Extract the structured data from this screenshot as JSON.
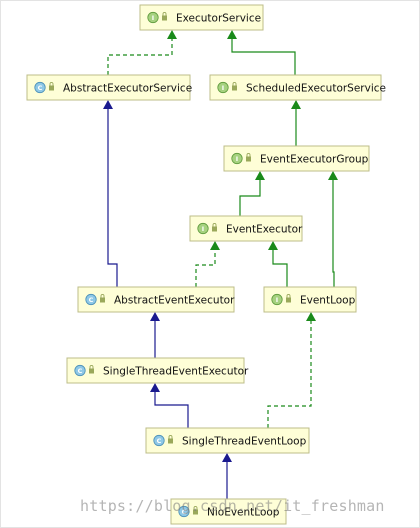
{
  "diagram": {
    "nodes": [
      {
        "id": "ExecutorService",
        "label": "ExecutorService",
        "kind": "interface",
        "badge": "I"
      },
      {
        "id": "AbstractExecutorService",
        "label": "AbstractExecutorService",
        "kind": "class",
        "badge": "C"
      },
      {
        "id": "ScheduledExecutorService",
        "label": "ScheduledExecutorService",
        "kind": "interface",
        "badge": "I"
      },
      {
        "id": "EventExecutorGroup",
        "label": "EventExecutorGroup",
        "kind": "interface",
        "badge": "I"
      },
      {
        "id": "EventExecutor",
        "label": "EventExecutor",
        "kind": "interface",
        "badge": "I"
      },
      {
        "id": "AbstractEventExecutor",
        "label": "AbstractEventExecutor",
        "kind": "class",
        "badge": "C"
      },
      {
        "id": "EventLoop",
        "label": "EventLoop",
        "kind": "interface",
        "badge": "I"
      },
      {
        "id": "SingleThreadEventExecutor",
        "label": "SingleThreadEventExecutor",
        "kind": "class",
        "badge": "C"
      },
      {
        "id": "SingleThreadEventLoop",
        "label": "SingleThreadEventLoop",
        "kind": "class",
        "badge": "C"
      },
      {
        "id": "NioEventLoop",
        "label": "NioEventLoop",
        "kind": "class",
        "badge": "C"
      }
    ],
    "edges": [
      {
        "from": "AbstractExecutorService",
        "to": "ExecutorService",
        "type": "implements"
      },
      {
        "from": "ScheduledExecutorService",
        "to": "ExecutorService",
        "type": "extends-interface"
      },
      {
        "from": "EventExecutorGroup",
        "to": "ScheduledExecutorService",
        "type": "extends-interface"
      },
      {
        "from": "EventExecutor",
        "to": "EventExecutorGroup",
        "type": "extends-interface"
      },
      {
        "from": "EventLoop",
        "to": "EventExecutorGroup",
        "type": "extends-interface"
      },
      {
        "from": "EventLoop",
        "to": "EventExecutor",
        "type": "extends-interface"
      },
      {
        "from": "AbstractEventExecutor",
        "to": "AbstractExecutorService",
        "type": "extends-class"
      },
      {
        "from": "AbstractEventExecutor",
        "to": "EventExecutor",
        "type": "implements"
      },
      {
        "from": "SingleThreadEventExecutor",
        "to": "AbstractEventExecutor",
        "type": "extends-class"
      },
      {
        "from": "SingleThreadEventLoop",
        "to": "SingleThreadEventExecutor",
        "type": "extends-class"
      },
      {
        "from": "SingleThreadEventLoop",
        "to": "EventLoop",
        "type": "implements"
      },
      {
        "from": "NioEventLoop",
        "to": "SingleThreadEventLoop",
        "type": "extends-class"
      }
    ]
  },
  "watermark": "https://blog.csdn.net/it_freshman",
  "colors": {
    "node_fill": "#fefed7",
    "node_border": "#bdbd8a",
    "interface_edge": "#1a8a1a",
    "class_edge": "#1a1a8f"
  }
}
